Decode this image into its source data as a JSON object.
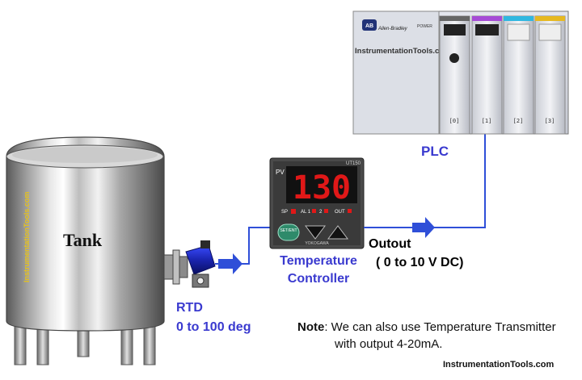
{
  "tank": {
    "label": "Tank",
    "watermark": "InstrumentationTools.com"
  },
  "rtd": {
    "label": "RTD",
    "range": "0 to 100 deg"
  },
  "controller": {
    "label_line1": "Temperature",
    "label_line2": "Controller",
    "pv_tag": "PV",
    "display_value": "130",
    "model": "UT150",
    "sp_tag": "SP",
    "al_tag": "AL 1",
    "al2_tag": "2",
    "out_tag": "OUT",
    "brand": "YOKOGAWA",
    "set_button": "SET/ENT"
  },
  "output": {
    "label": "Outout",
    "range": "( 0 to 10 V DC)"
  },
  "plc": {
    "label": "PLC",
    "brand": "Allen-Bradley",
    "power": "POWER",
    "watermark": "InstrumentationTools.com",
    "slots": [
      "[0]",
      "[1]",
      "[2]",
      "[3]"
    ]
  },
  "note": {
    "bold": "Note",
    "rest": ": We can also use Temperature Transmitter",
    "line2": "with output 4-20mA."
  },
  "credit": "InstrumentationTools.com",
  "colors": {
    "wire": "#2f4fd8",
    "label_blue": "#3a3acf",
    "display_red": "#e01818"
  }
}
